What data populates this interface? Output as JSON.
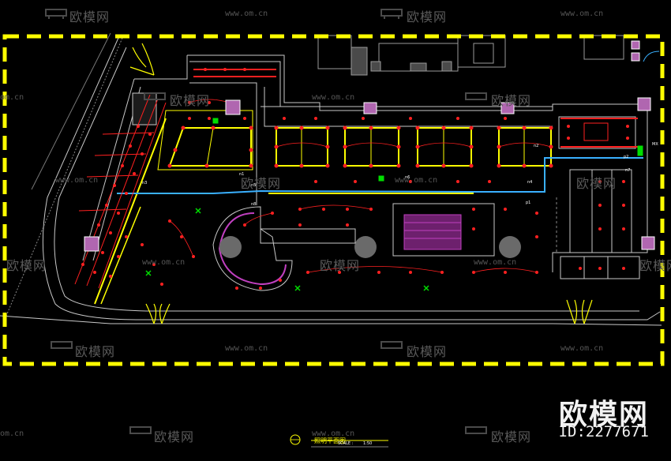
{
  "brand": {
    "logo_text": "欧模网",
    "id_text": "ID:2277671"
  },
  "watermark": {
    "cn": "欧模网",
    "url": "www.om.cn",
    "url_short": "om.cn"
  },
  "drawing": {
    "title": "照明平面图",
    "scale_label": "SCALE :",
    "scale_value": "1:50",
    "tags": [
      "MX",
      "n1",
      "n2",
      "n3",
      "n4",
      "n5",
      "n6",
      "n7",
      "n8",
      "p1",
      "p2"
    ]
  },
  "colors": {
    "frame": "#ffff00",
    "wiring": "#ff2020",
    "walls": "#c8c8c8",
    "circuit": "#3ab0ff",
    "panel": "#c040c0",
    "emergency": "#00dd00",
    "background": "#000000"
  }
}
